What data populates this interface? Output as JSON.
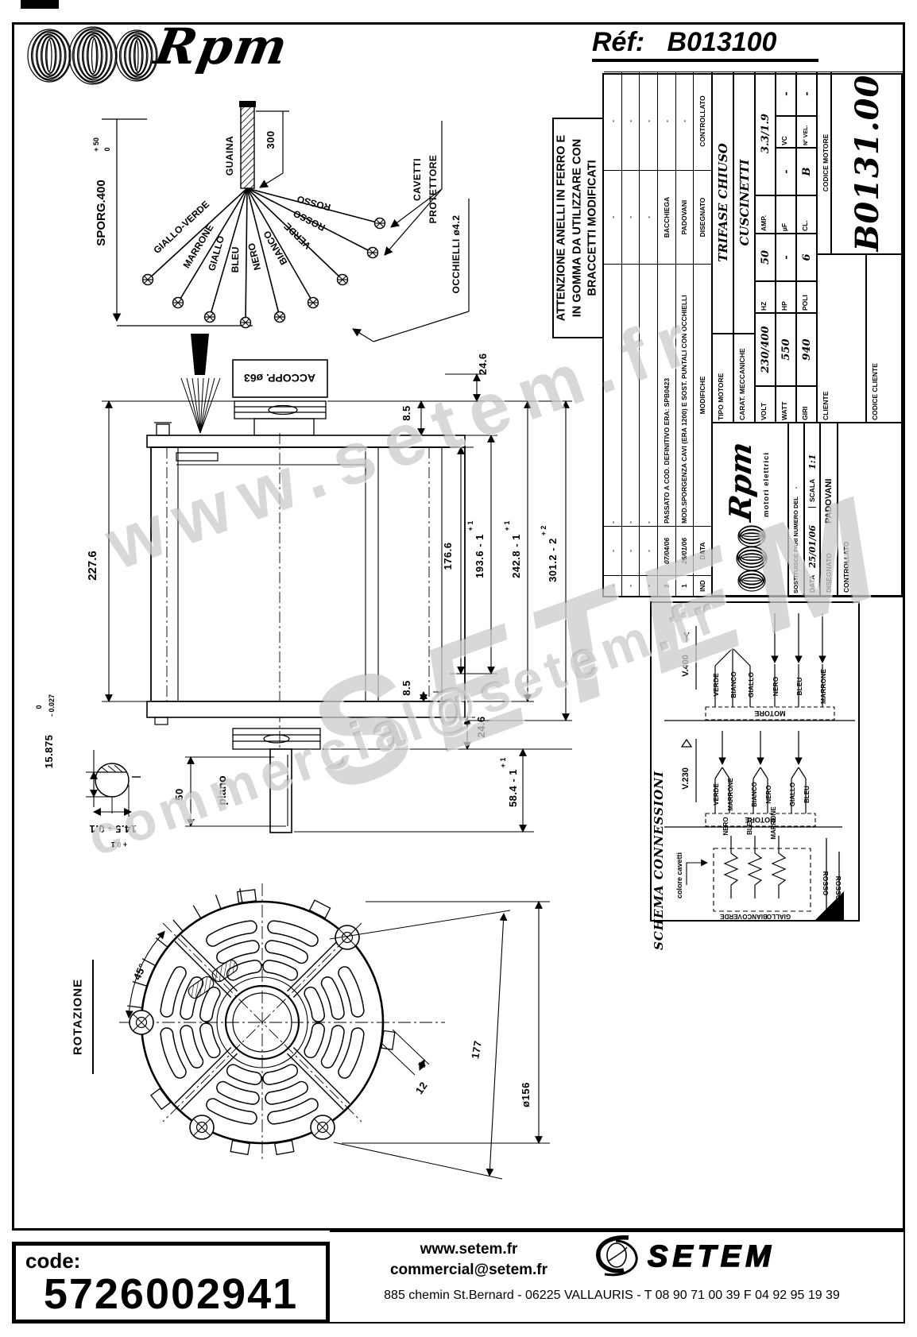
{
  "page": {
    "brand": "Rpm",
    "ref_label": "Réf:",
    "ref_value": "B013100"
  },
  "cable": {
    "sporg": "SPORG.400",
    "sporg_tol_plus": "+ 50",
    "sporg_tol_minus": "0",
    "guaina": "GUAINA",
    "dim_300": "300",
    "wires": [
      "GIALLO-VERDE",
      "MARRONE",
      "GIALLO",
      "BLEU",
      "NERO",
      "BIANCO",
      "VERDE",
      "ROSSO",
      "ROSSO"
    ],
    "cavetti_line1": "CAVETTI",
    "cavetti_line2": "PROTETTORE",
    "occhielli": "OCCHIELLI ø4.2"
  },
  "warning": {
    "line1": "ATTENZIONE ANELLI IN FERRO E",
    "line2": "IN GOMMA DA UTILIZZARE CON",
    "line3": "BRACCETTI  MODIFICATI"
  },
  "titleblock": {
    "rev": {
      "h_ind": "IND",
      "h_data": "DATA",
      "h_mod": "MODIFICHE",
      "h_dis": "DISEGNATO",
      "h_con": "CONTROLLATO",
      "rows": [
        {
          "ind": "-",
          "data": "-",
          "mod": "-",
          "dis": "-",
          "con": "-"
        },
        {
          "ind": "-",
          "data": "-",
          "mod": "-",
          "dis": "-",
          "con": "-"
        },
        {
          "ind": "-",
          "data": "-",
          "mod": "-",
          "dis": "-",
          "con": "-"
        },
        {
          "ind": "2",
          "data": "07/04/06",
          "mod": "PASSATO A COD. DEFINITIVO ERA: SPB0423",
          "dis": "BACCHIEGA",
          "con": "-"
        },
        {
          "ind": "1",
          "data": "26/01/06",
          "mod": "MOD.SPORGENZA CAVI (ERA 1200) E SOST. PUNTALI CON OCCHIELLI",
          "dis": "PADOVANI",
          "con": "-"
        }
      ]
    },
    "logo_brand": "Rpm",
    "logo_sub": "motori elettrici",
    "sost_label": "SOSTITUISCE PARI NUMERO DEL",
    "sost_value": "-",
    "data_label": "DATA",
    "data_value": "25/01/06",
    "scala_label": "SCALA",
    "scala_value": "1:1",
    "disegnato_label": "DISEGNATO",
    "disegnato_value": "PADOVANI",
    "controllato_label": "CONTROLLATO",
    "tipo_label": "TIPO MOTORE",
    "tipo_value": "TRIFASE CHIUSO",
    "carat_label": "CARAT. MECCANICHE",
    "carat_value": "CUSCINETTI",
    "volt_label": "VOLT",
    "volt": "230/400",
    "hz_label": "HZ",
    "hz": "50",
    "amp_label": "AMP.",
    "amp": "3.3/1.9",
    "watt_label": "WATT",
    "watt": "550",
    "hp_label": "HP",
    "hp": "-",
    "uf_label": "µF",
    "uf": "-",
    "vc_label": "VC",
    "vc": "-",
    "giri_label": "GIRI",
    "giri": "940",
    "poli_label": "POLI",
    "poli": "6",
    "cl_label": "CL.",
    "cl": "B",
    "nvel_label": "N° VEL.",
    "nvel": "-",
    "cliente_label": "CLIENTE",
    "codcli_label": "CODICE CLIENTE",
    "codmot_label": "CODICE MOTORE",
    "codmot_value": "B0131.00"
  },
  "side": {
    "accopp": "ACCOPP. ø63",
    "d2276": "227.6",
    "top246": "24.6",
    "top85": "8.5",
    "d1766": "176.6",
    "tp193": "+ 1",
    "d1936": "193.6 - 1",
    "tp242": "+ 1",
    "d2428": "242.8 - 1",
    "tp301": "+ 2",
    "d3012": "301.2 - 2",
    "bot85": "8.5",
    "bot246": "24.6",
    "tp584": "+ 1",
    "d584": "58.4 - 1",
    "d50": "50",
    "piano": "piano",
    "d15875": "15.875",
    "t0": "0",
    "t0027": "- 0.027",
    "d145": "14.5 - 0.1",
    "tp01": "+ 0.1"
  },
  "schema": {
    "title": "SCHEMA CONNESSIONI",
    "colore": "colore cavetti",
    "v400": "V.400",
    "v230": "V.230",
    "motore": "MOTORE",
    "star": [
      "VERDE",
      "BIANCO",
      "GIALLO",
      "NERO",
      "BLEU",
      "MARRONE"
    ],
    "delta": [
      "VERDE",
      "MARRONE",
      "BIANCO",
      "NERO",
      "GIALLO",
      "BLEU"
    ],
    "wind_top": [
      "NERO",
      "BLEU",
      "MARRONE"
    ],
    "wind_bot": [
      "VERDE",
      "BIANCO",
      "GIALLO"
    ],
    "rosso1": "ROSSO",
    "rosso2": "ROSSO"
  },
  "front": {
    "rotazione": "ROTAZIONE",
    "a45": "45°",
    "d177": "177",
    "d156": "ø156",
    "d12": "12"
  },
  "footer": {
    "code_label": "code:",
    "code": "5726002941",
    "web": "www.setem.fr",
    "email": "commercial@setem.fr",
    "brand": "SETEM",
    "address": "885 chemin St.Bernard  -  06225 VALLAURIS  -  T 08 90 71 00 39   F 04 92 95 19 39"
  },
  "watermarks": {
    "wm1": "www.setem.fr",
    "wm2": "SETEM",
    "wm3": "commercial@setem.fr"
  }
}
